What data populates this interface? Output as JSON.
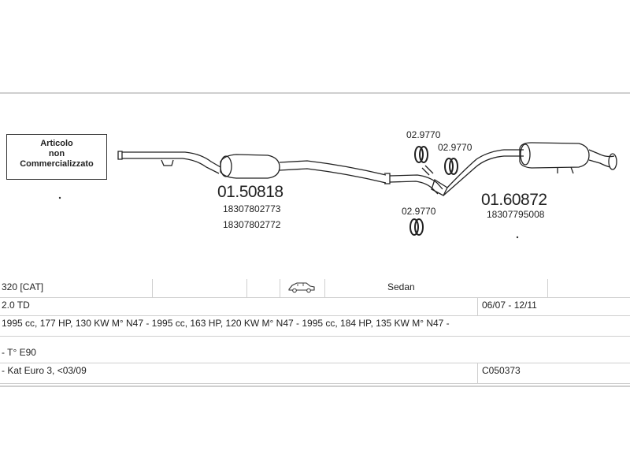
{
  "notice": {
    "line1": "Articolo",
    "line2": "non",
    "line3": "Commercializzato"
  },
  "parts": {
    "left": {
      "number": "01.50818",
      "oem1": "18307802773",
      "oem2": "18307802772"
    },
    "right": {
      "number": "01.60872",
      "oem1": "18307795008"
    },
    "rings": {
      "top_left": "02.9770",
      "top_right": "02.9770",
      "bottom": "02.9770"
    }
  },
  "table": {
    "row1": {
      "model": "320  [CAT]",
      "car_icon": "sedan-car-icon",
      "body": "Sedan"
    },
    "row2": {
      "engine": "2.0 TD",
      "years": "06/07 - 12/11"
    },
    "row3": {
      "specs": "1995 cc, 177 HP, 130 KW M° N47 - 1995 cc, 163 HP, 120 KW M° N47 - 1995 cc, 184 HP, 135 KW M° N47 -"
    },
    "row4": {
      "type": "- T° E90"
    },
    "row5": {
      "kat": "- Kat Euro 3, <03/09",
      "code": "C050373"
    }
  }
}
